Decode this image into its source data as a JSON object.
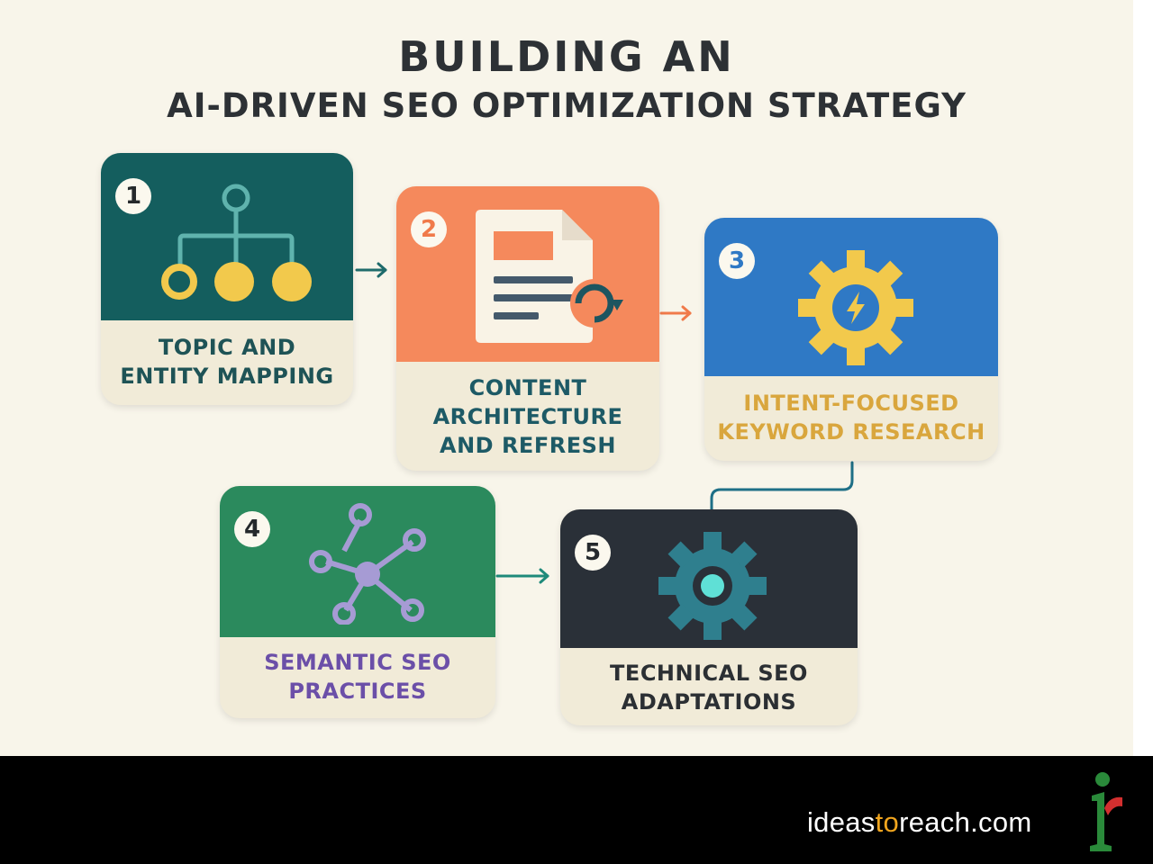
{
  "title": {
    "line1": "BUILDING AN",
    "line2": "AI-DRIVEN SEO OPTIMIZATION STRATEGY"
  },
  "steps": [
    {
      "number": "1",
      "label": "TOPIC AND\nENTITY MAPPING",
      "color": "#145e5e",
      "icon": "hierarchy-icon"
    },
    {
      "number": "2",
      "label": "CONTENT\nARCHITECTURE\nAND REFRESH",
      "color": "#f5895c",
      "icon": "document-refresh-icon"
    },
    {
      "number": "3",
      "label": "INTENT-FOCUSED\nKEYWORD RESEARCH",
      "color": "#2f79c5",
      "icon": "gear-lightning-icon"
    },
    {
      "number": "4",
      "label": "SEMANTIC SEO\nPRACTICES",
      "color": "#2b8a5d",
      "icon": "network-icon"
    },
    {
      "number": "5",
      "label": "TECHNICAL SEO\nADAPTATIONS",
      "color": "#2a3038",
      "icon": "gear-icon"
    }
  ],
  "footer": {
    "brand_pre": "ideas",
    "brand_accent": "to",
    "brand_post": "reach.com"
  }
}
